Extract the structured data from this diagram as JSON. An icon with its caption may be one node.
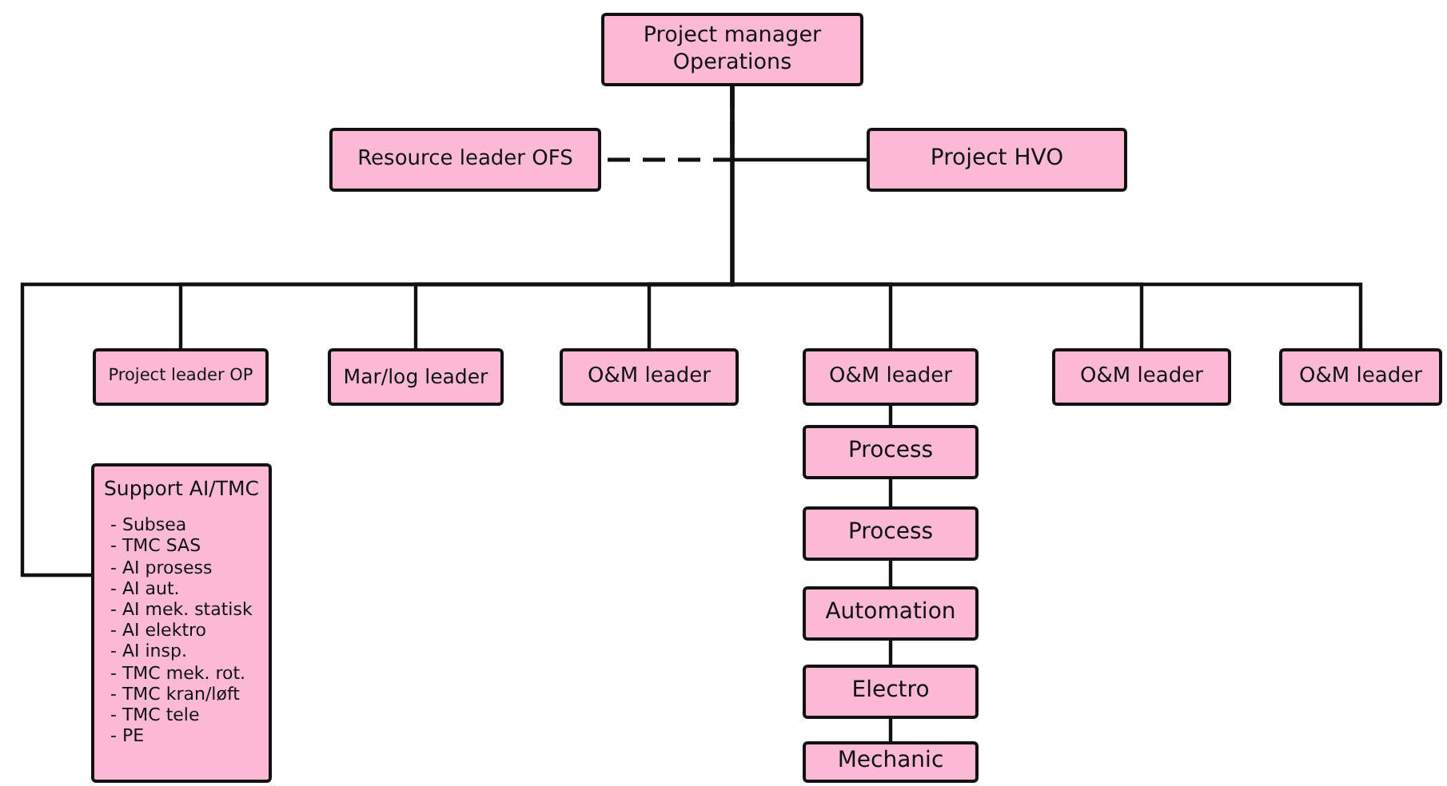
{
  "diagram": {
    "nodes": [
      {
        "text": [
          "Project manager Operations"
        ]
      },
      {
        "text": [
          "Resource leader OFS"
        ]
      },
      {
        "text": [
          "Project HVO"
        ]
      },
      {
        "text": [
          "Project leader OP"
        ]
      },
      {
        "text": [
          "Mar/log leader"
        ]
      },
      {
        "text": [
          "O&M leader"
        ]
      },
      {
        "text": [
          "O&M leader"
        ]
      },
      {
        "text": [
          "O&M leader"
        ]
      },
      {
        "text": [
          "O&M leader"
        ]
      },
      {
        "text": [
          "Support AI/TMC",
          "- Subsea",
          "- TMC SAS",
          "- AI prosess",
          "- AI aut.",
          "- AI mek. statisk",
          "- AI elektro",
          "- AI insp.",
          "- TMC mek. rot.",
          "- TMC kran/løft",
          "- TMC tele",
          "- PE"
        ]
      },
      {
        "text": [
          "Process"
        ]
      },
      {
        "text": [
          "Process"
        ]
      },
      {
        "text": [
          "Automation"
        ]
      },
      {
        "text": [
          "Electro"
        ]
      },
      {
        "text": [
          "Mechanic"
        ]
      }
    ],
    "edges": [
      {
        "from": 0,
        "to": 1,
        "arrow": "none",
        "style": "dashed"
      },
      {
        "from": 0,
        "to": 2,
        "arrow": "none"
      },
      {
        "from": 0,
        "to": 3,
        "arrow": "none"
      },
      {
        "from": 0,
        "to": 4,
        "arrow": "none"
      },
      {
        "from": 0,
        "to": 5,
        "arrow": "none"
      },
      {
        "from": 0,
        "to": 6,
        "arrow": "none"
      },
      {
        "from": 0,
        "to": 7,
        "arrow": "none"
      },
      {
        "from": 0,
        "to": 8,
        "arrow": "none"
      },
      {
        "from": 0,
        "to": 9,
        "arrow": "none"
      },
      {
        "from": 6,
        "to": 10,
        "arrow": "none"
      },
      {
        "from": 10,
        "to": 11,
        "arrow": "none"
      },
      {
        "from": 11,
        "to": 12,
        "arrow": "none"
      },
      {
        "from": 12,
        "to": 13,
        "arrow": "none"
      },
      {
        "from": 13,
        "to": 14,
        "arrow": "none"
      }
    ]
  }
}
